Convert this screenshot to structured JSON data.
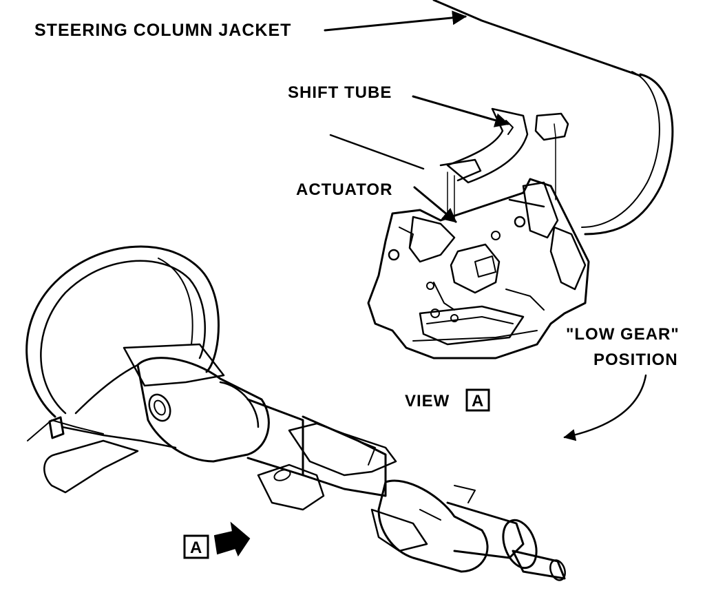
{
  "labels": {
    "steering_column_jacket": "STEERING COLUMN JACKET",
    "shift_tube": "SHIFT TUBE",
    "actuator": "ACTUATOR",
    "low_gear_line1": "\"LOW GEAR\"",
    "low_gear_line2": "POSITION",
    "view_word": "VIEW",
    "view_box_letter": "A",
    "callout_letter": "A"
  },
  "colors": {
    "ink": "#000000",
    "paper": "#ffffff"
  }
}
